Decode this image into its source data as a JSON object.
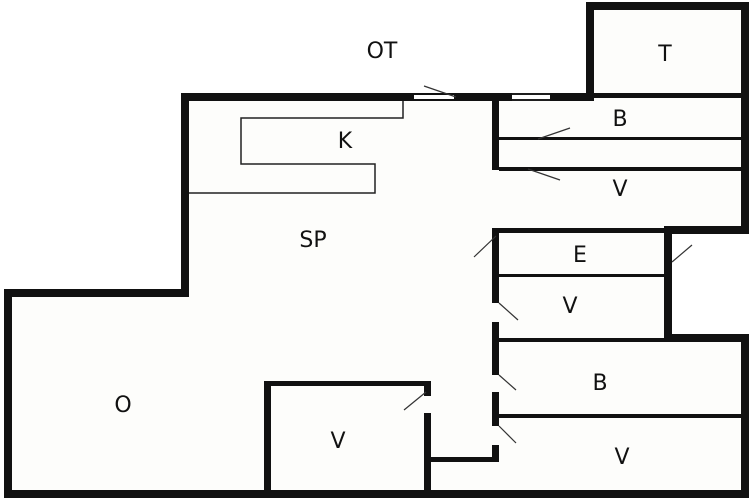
{
  "plan": {
    "wall_color": "#111111",
    "floor_color": "#fdfdfb",
    "rooms": [
      {
        "key": "ot",
        "label": "OT"
      },
      {
        "key": "t",
        "label": "T"
      },
      {
        "key": "b1",
        "label": "B"
      },
      {
        "key": "k",
        "label": "K"
      },
      {
        "key": "v1",
        "label": "V"
      },
      {
        "key": "sp",
        "label": "SP"
      },
      {
        "key": "e",
        "label": "E"
      },
      {
        "key": "v2",
        "label": "V"
      },
      {
        "key": "b2",
        "label": "B"
      },
      {
        "key": "o",
        "label": "O"
      },
      {
        "key": "v3",
        "label": "V"
      },
      {
        "key": "v4",
        "label": "V"
      }
    ]
  }
}
